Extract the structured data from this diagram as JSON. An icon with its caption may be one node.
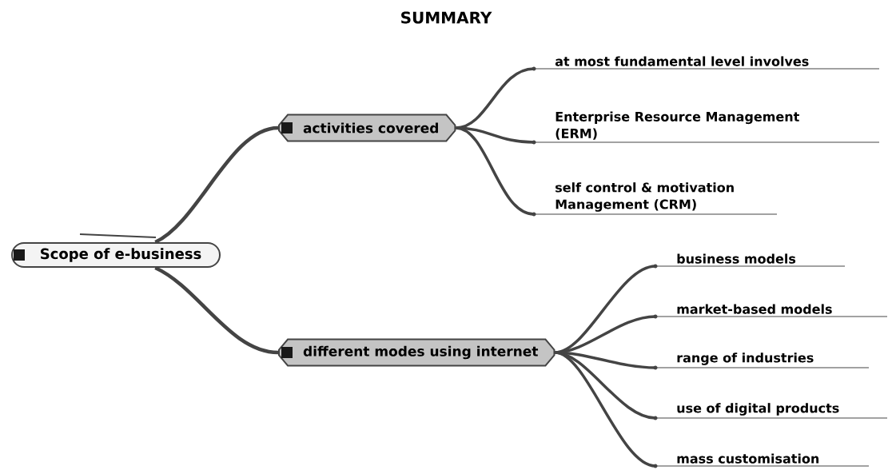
{
  "diagram": {
    "title": "SUMMARY",
    "nodes": [
      {
        "text": [
          "Scope of e-business"
        ]
      },
      {
        "text": [
          "activities covered"
        ]
      },
      {
        "text": [
          "different modes using internet"
        ]
      },
      {
        "text": [
          "at most fundamental level involves"
        ]
      },
      {
        "text": [
          "Enterprise Resource Management (ERM)"
        ]
      },
      {
        "text": [
          "self control & motivation Management (CRM)"
        ]
      },
      {
        "text": [
          "business models"
        ]
      },
      {
        "text": [
          "market-based models"
        ]
      },
      {
        "text": [
          "range of industries"
        ]
      },
      {
        "text": [
          "use of digital products"
        ]
      },
      {
        "text": [
          "mass customisation"
        ]
      }
    ],
    "edges": [
      {
        "from": 0,
        "to": 1,
        "arrow": "none"
      },
      {
        "from": 0,
        "to": 2,
        "arrow": "none"
      },
      {
        "from": 1,
        "to": 3,
        "arrow": "none"
      },
      {
        "from": 1,
        "to": 4,
        "arrow": "none"
      },
      {
        "from": 1,
        "to": 5,
        "arrow": "none"
      },
      {
        "from": 2,
        "to": 6,
        "arrow": "none"
      },
      {
        "from": 2,
        "to": 7,
        "arrow": "none"
      },
      {
        "from": 2,
        "to": 8,
        "arrow": "none"
      },
      {
        "from": 2,
        "to": 9,
        "arrow": "none"
      },
      {
        "from": 2,
        "to": 10,
        "arrow": "none"
      }
    ]
  }
}
